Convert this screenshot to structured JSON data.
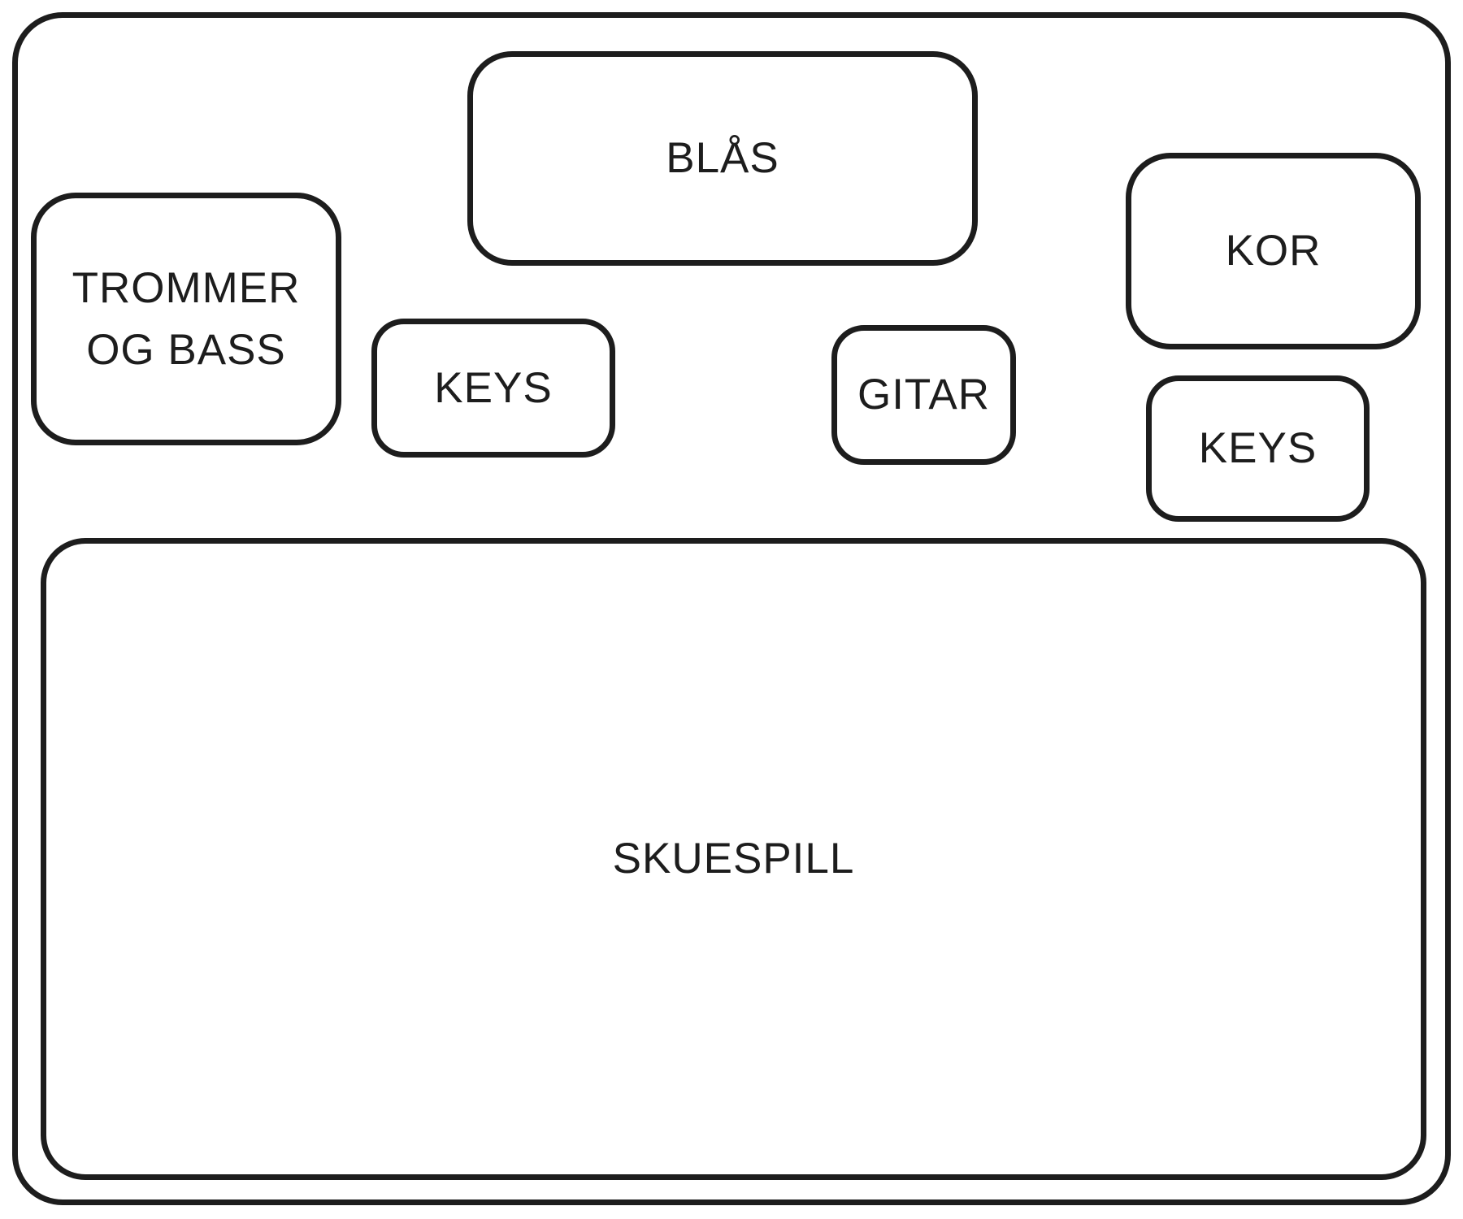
{
  "diagram": {
    "type": "stage-plot",
    "background_color": "#ffffff",
    "stroke_color": "#1d1d1d"
  },
  "boxes": {
    "blas": {
      "label": "BLÅS"
    },
    "trommer": {
      "line1": "TROMMER",
      "line2": "OG BASS"
    },
    "keys_left": {
      "label": "KEYS"
    },
    "gitar": {
      "label": "GITAR"
    },
    "kor": {
      "label": "KOR"
    },
    "keys_right": {
      "label": "KEYS"
    },
    "skuespill": {
      "label": "SKUESPILL"
    }
  }
}
